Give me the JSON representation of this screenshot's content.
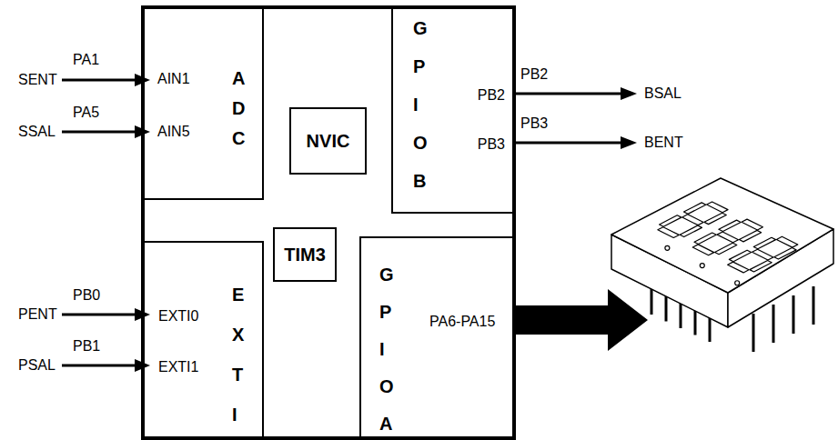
{
  "diagram": {
    "nodes": [
      {
        "text": [
          "AIN1",
          "AIN5",
          "ADC"
        ]
      },
      {
        "text": [
          "NVIC"
        ]
      },
      {
        "text": [
          "GPIOB",
          "PB2",
          "PB3"
        ]
      },
      {
        "text": [
          "TIM3"
        ]
      },
      {
        "text": [
          "EXTI0",
          "EXTI1",
          "EXTI"
        ]
      },
      {
        "text": [
          "GPIOA",
          "PA6-PA15"
        ]
      }
    ],
    "edges": [],
    "labels": [
      "PA1",
      "SENT",
      "PA5",
      "SSAL",
      "PB2",
      "BSAL",
      "PB3",
      "BENT",
      "PB0",
      "PENT",
      "PB1",
      "PSAL"
    ]
  }
}
